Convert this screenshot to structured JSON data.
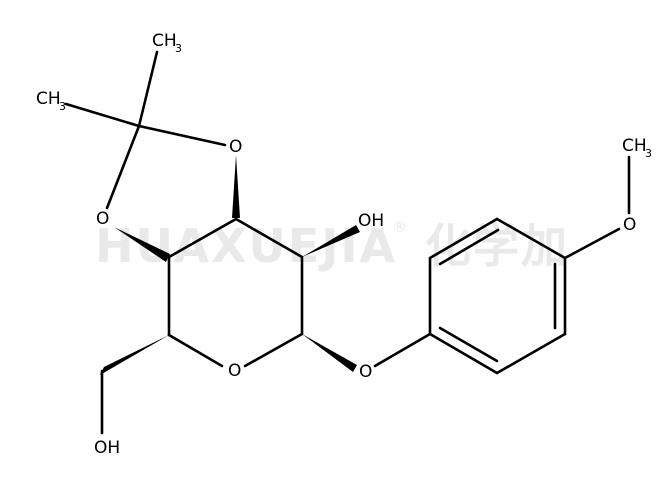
{
  "watermark": {
    "text": "HUAXUEJIA",
    "registered": "®",
    "chinese": "化学加"
  },
  "atoms": {
    "methyl_top": {
      "main": "CH",
      "sub": "3"
    },
    "methyl_left": {
      "main": "CH",
      "sub": "3"
    },
    "methoxy_methyl": {
      "main": "CH",
      "sub": "3"
    },
    "o_dioxolane_upper": "O",
    "o_dioxolane_left": "O",
    "oh_ring": "OH",
    "o_ring": "O",
    "o_glycoside": "O",
    "o_methoxy": "O",
    "oh_hydroxymethyl": "OH"
  }
}
